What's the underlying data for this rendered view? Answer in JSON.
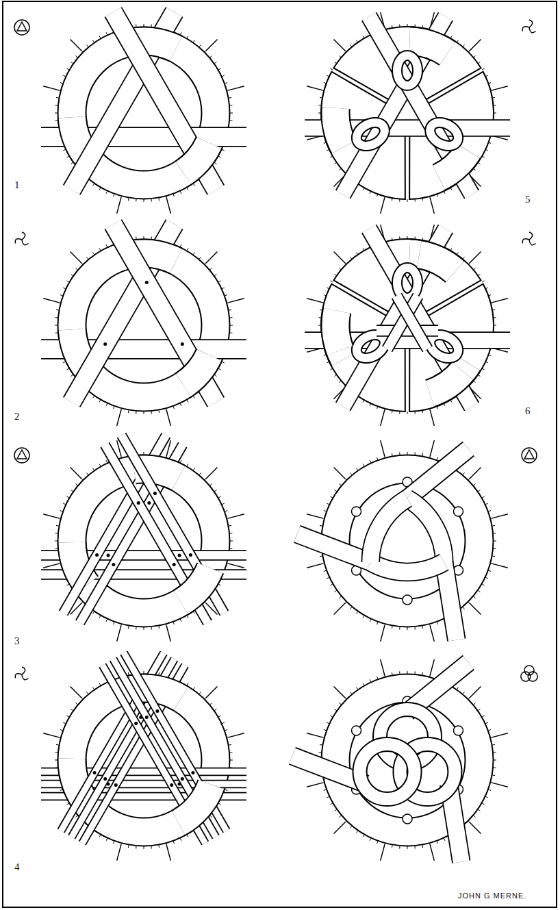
{
  "diagram": {
    "labels": [
      "1",
      "5",
      "2",
      "6",
      "3",
      "4",
      "JOHN G MERNE."
    ]
  }
}
